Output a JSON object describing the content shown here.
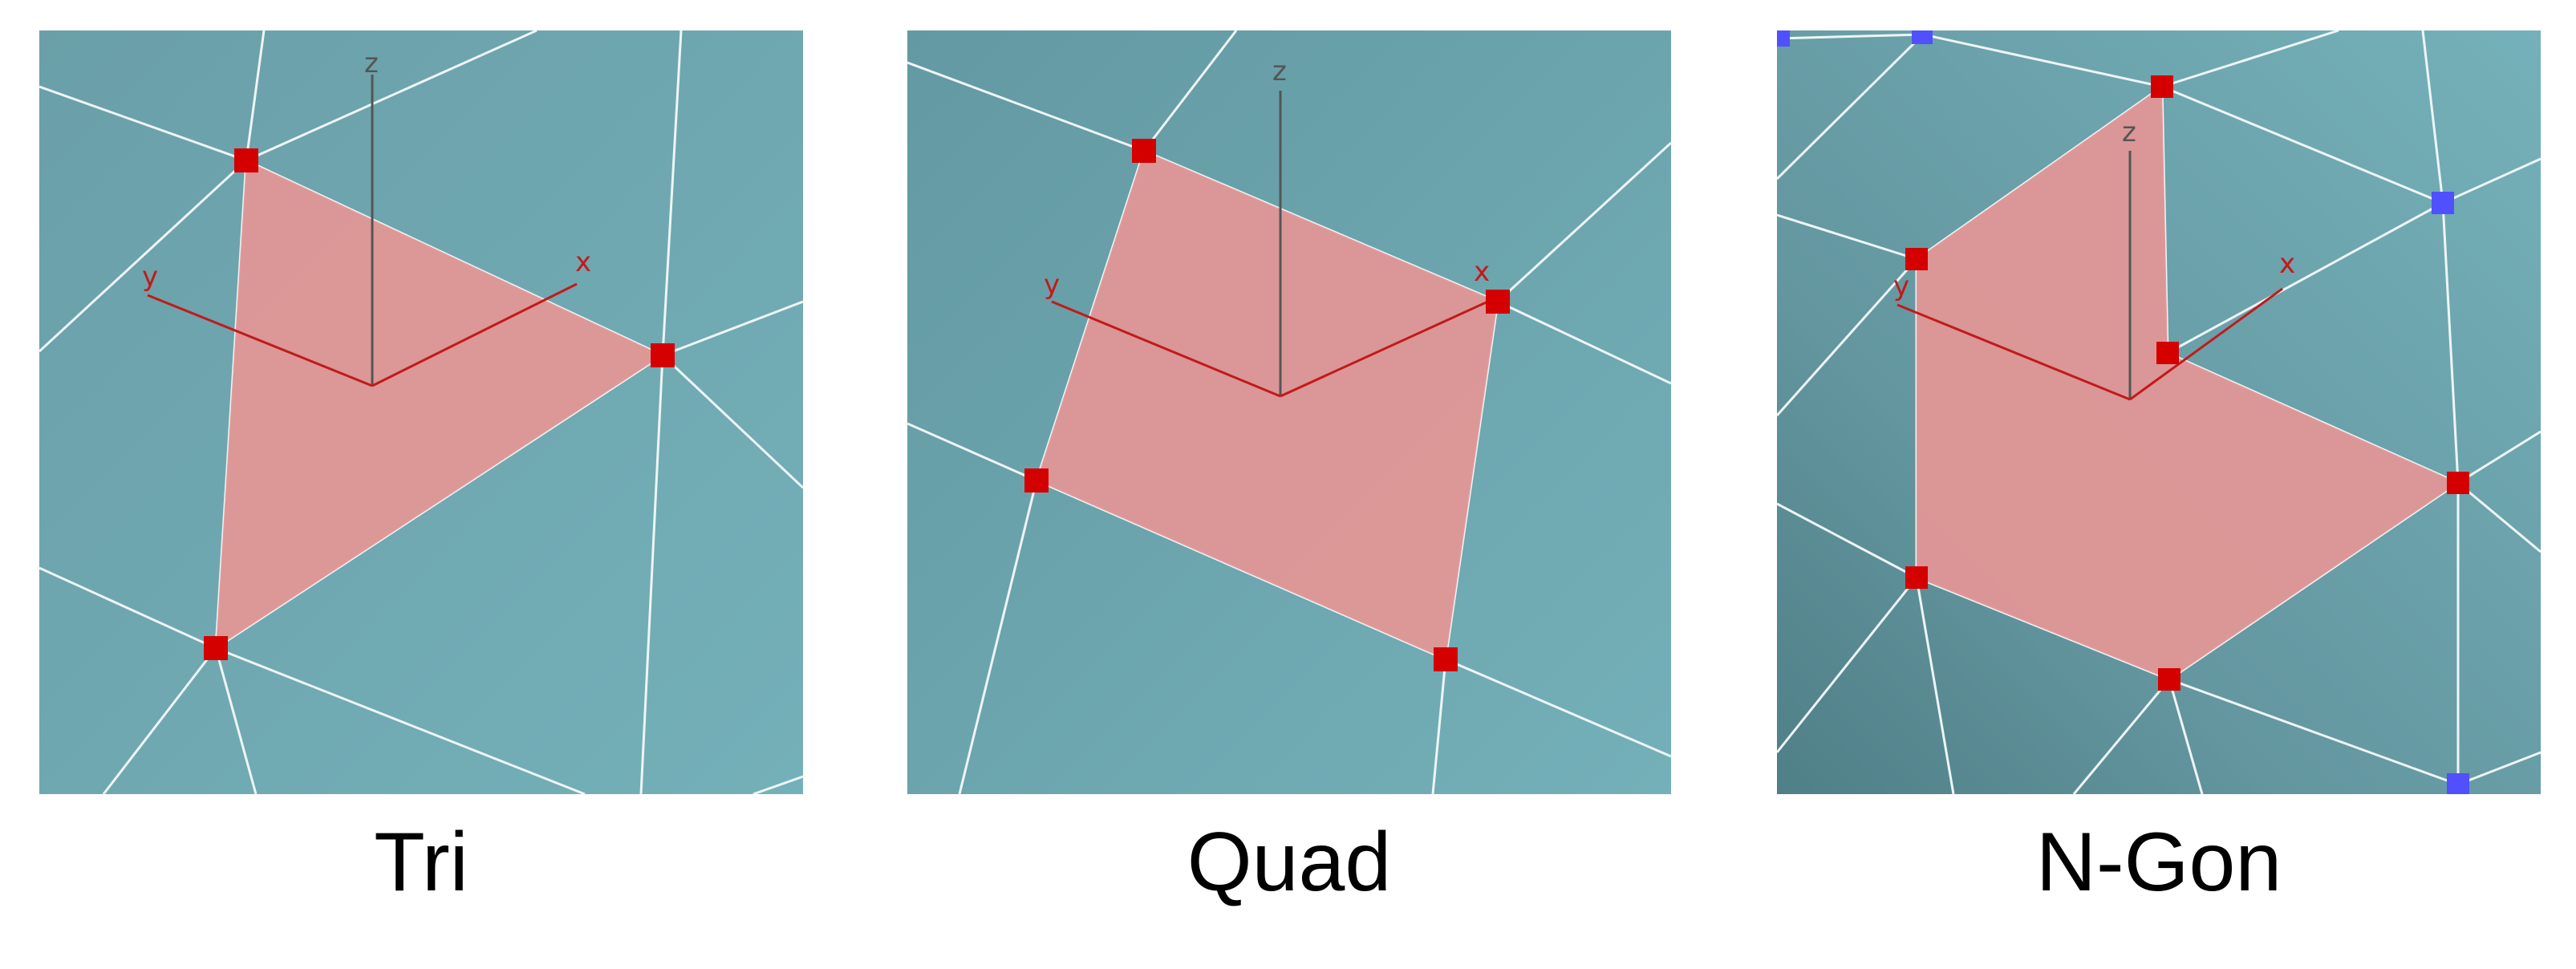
{
  "panels": [
    {
      "id": "tri",
      "label": "Tri",
      "axes": {
        "x": "x",
        "y": "y",
        "z": "z"
      }
    },
    {
      "id": "quad",
      "label": "Quad",
      "axes": {
        "x": "x",
        "y": "y",
        "z": "z"
      }
    },
    {
      "id": "ngon",
      "label": "N-Gon",
      "axes": {
        "x": "x",
        "y": "y",
        "z": "z"
      }
    }
  ],
  "colors": {
    "mesh_surface": "#6fa9b2",
    "mesh_surface_dark": "#5b8f97",
    "mesh_edge": "#f2f7f8",
    "face_fill": "#e29696",
    "selected_vertex": "#d40000",
    "unselected_vertex": "#5050ff",
    "axis_xy": "#c21a1a",
    "axis_z": "#555555"
  }
}
